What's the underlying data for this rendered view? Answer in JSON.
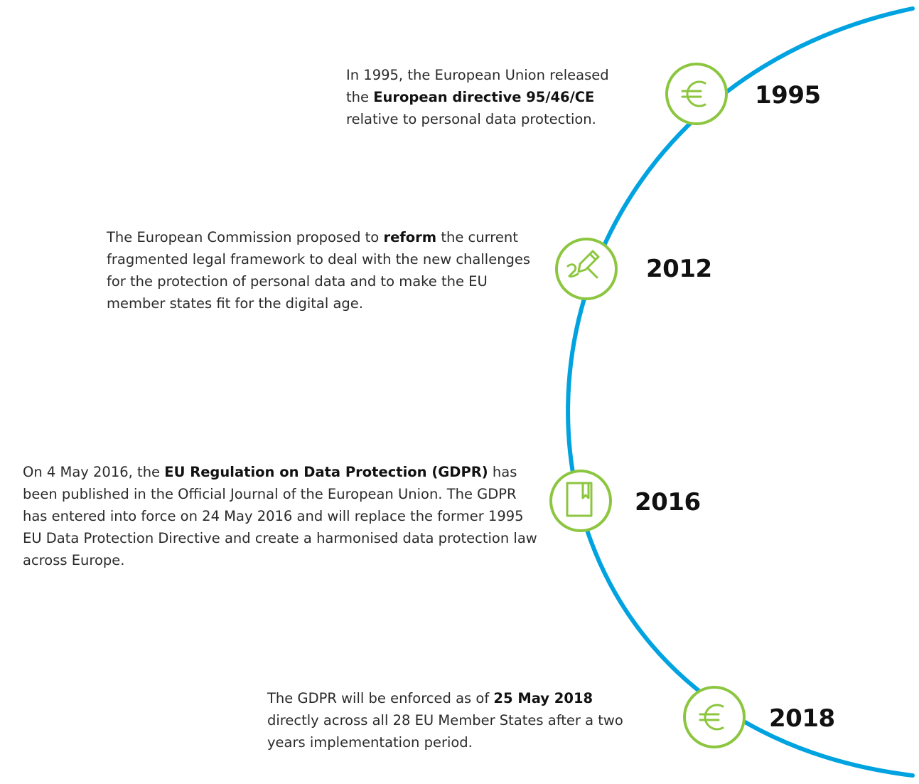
{
  "colors": {
    "arc": "#00a3e0",
    "icon_ring": "#8cc63f",
    "text": "#2a2a2a"
  },
  "events": [
    {
      "year": "1995",
      "icon": "euro-icon",
      "text_before": "In 1995, the European Union released the ",
      "text_bold": "European directive 95/46/CE",
      "text_after": " relative to personal data protection."
    },
    {
      "year": "2012",
      "icon": "pen-icon",
      "text_before": "The European Commission proposed to ",
      "text_bold": "reform",
      "text_after": " the current fragmented legal framework to deal with the new challenges for the protection of personal data and to make the EU member states fit for the digital age."
    },
    {
      "year": "2016",
      "icon": "book-icon",
      "text_before": "On 4 May 2016, the ",
      "text_bold": "EU Regulation on Data Protection (GDPR)",
      "text_after": " has been published in the Official Journal of the European Union. The GDPR has entered into force on 24 May 2016 and will replace the former 1995 EU Data Protection Directive and create a harmonised data protection law across Europe."
    },
    {
      "year": "2018",
      "icon": "euro-icon",
      "text_before": "The GDPR will be enforced as of ",
      "text_bold": "25 May 2018",
      "text_after": " directly across all 28 EU Member States after a two years implementation period."
    }
  ]
}
